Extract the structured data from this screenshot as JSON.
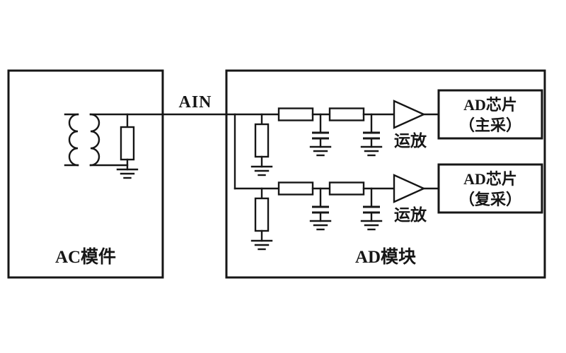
{
  "ac_module": {
    "label": "AC模件"
  },
  "labels": {
    "ain": "AIN"
  },
  "ad_module": {
    "label": "AD模块",
    "channels": [
      {
        "amp_label": "运放",
        "chip_line1": "AD芯片",
        "chip_line2": "（主采）"
      },
      {
        "amp_label": "运放",
        "chip_line1": "AD芯片",
        "chip_line2": "（复采）"
      }
    ]
  },
  "colors": {
    "ink": "#161616",
    "background": "#ffffff"
  }
}
